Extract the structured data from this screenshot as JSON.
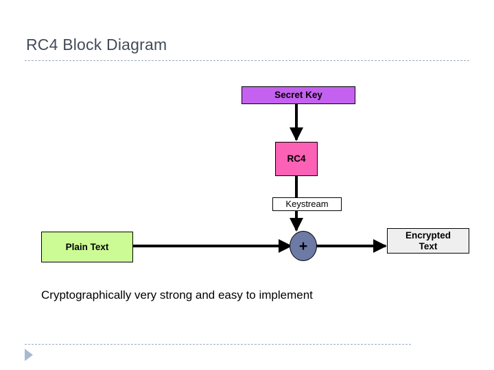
{
  "slide": {
    "title": "RC4 Block Diagram",
    "caption": "Cryptographically very strong and easy to implement"
  },
  "diagram": {
    "type": "block-diagram",
    "nodes": [
      {
        "id": "secret-key",
        "label": "Secret Key",
        "shape": "rectangle",
        "fill": "#c561f0",
        "border": "#000000"
      },
      {
        "id": "rc4",
        "label": "RC4",
        "shape": "rectangle",
        "fill": "#fb61b4",
        "border": "#000000"
      },
      {
        "id": "keystream",
        "label": "Keystream",
        "shape": "rectangle",
        "fill": "#ffffff",
        "border": "#000000"
      },
      {
        "id": "plain-text",
        "label": "Plain Text",
        "shape": "rectangle",
        "fill": "#ccfb96",
        "border": "#000000"
      },
      {
        "id": "xor",
        "label": "+",
        "shape": "circle",
        "fill": "#6d7aa5",
        "border": "#000000"
      },
      {
        "id": "encrypted-text",
        "label_line1": "Encrypted",
        "label_line2": "Text",
        "shape": "rectangle",
        "fill": "#efefef",
        "border": "#000000"
      }
    ],
    "edges": [
      {
        "from": "secret-key",
        "to": "rc4",
        "direction": "down",
        "arrowhead": true
      },
      {
        "from": "rc4",
        "to": "keystream",
        "direction": "down",
        "arrowhead": false
      },
      {
        "from": "keystream",
        "to": "xor",
        "direction": "down",
        "arrowhead": true
      },
      {
        "from": "plain-text",
        "to": "xor",
        "direction": "right",
        "arrowhead": true
      },
      {
        "from": "xor",
        "to": "encrypted-text",
        "direction": "right",
        "arrowhead": true
      }
    ]
  },
  "footer": {
    "advance_icon": "play-triangle-icon"
  },
  "colors": {
    "title": "#434a58",
    "rule": "#9aa7bb",
    "connector": "#000000",
    "footer_icon": "#a7bacf"
  }
}
